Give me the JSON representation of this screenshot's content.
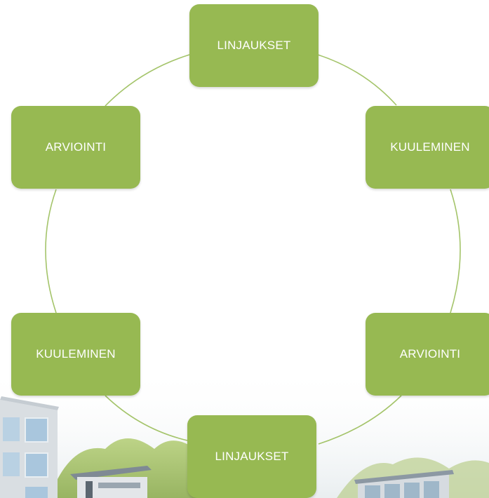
{
  "diagram": {
    "nodes": [
      {
        "id": "top",
        "label": "LINJAUKSET"
      },
      {
        "id": "top-right",
        "label": "KUULEMINEN"
      },
      {
        "id": "top-left",
        "label": "ARVIOINTI"
      },
      {
        "id": "bottom-right",
        "label": "ARVIOINTI"
      },
      {
        "id": "bottom-left",
        "label": "KUULEMINEN"
      },
      {
        "id": "bottom",
        "label": "LINJAUKSET"
      }
    ],
    "connections": [
      [
        "top",
        "top-right"
      ],
      [
        "top-right",
        "bottom-right"
      ],
      [
        "bottom-right",
        "bottom"
      ],
      [
        "bottom",
        "bottom-left"
      ],
      [
        "bottom-left",
        "top-left"
      ],
      [
        "top-left",
        "top"
      ]
    ]
  },
  "colors": {
    "node_fill": "#97b952",
    "connector": "#a4c46a",
    "background": "#ffffff"
  },
  "background_illustration": "town-buildings-and-hills"
}
